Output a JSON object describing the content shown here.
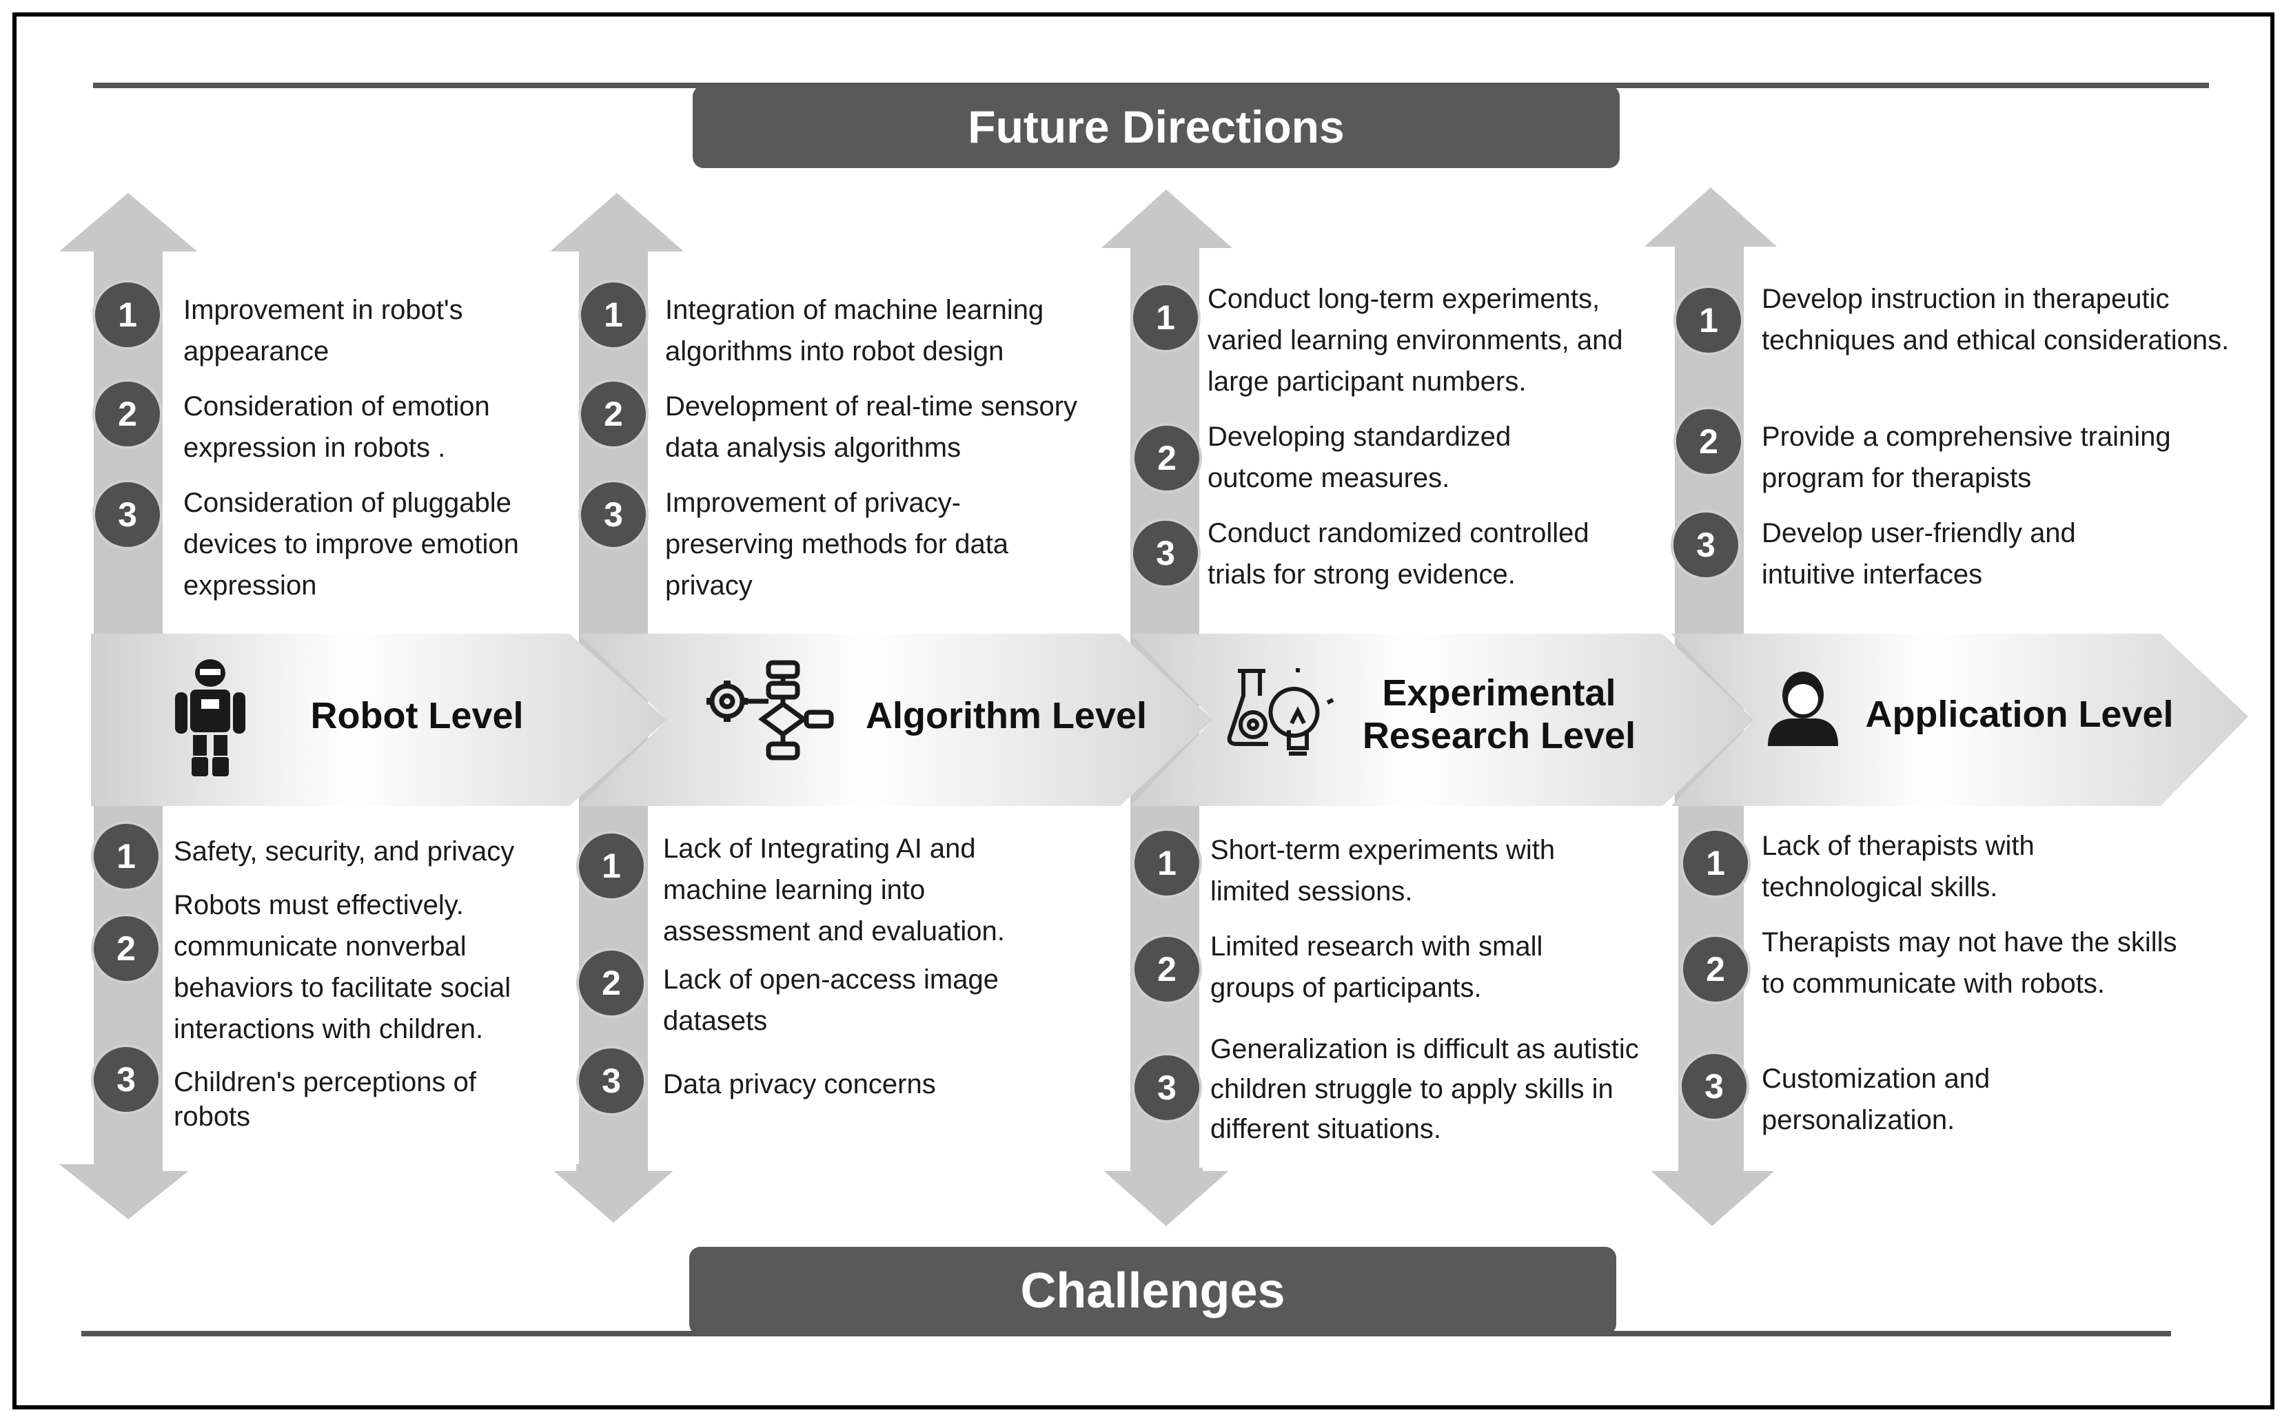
{
  "header": {
    "title": "Future Directions"
  },
  "footer": {
    "title": "Challenges"
  },
  "colors": {
    "banner": "#595959",
    "arrow": "#c8c8c8",
    "badge": "#505050",
    "chevron_light": "#ffffff",
    "chevron_mid": "#cfcfcf"
  },
  "levels": [
    {
      "name": "Robot Level",
      "icon": "robot-icon",
      "future": [
        {
          "n": "1",
          "text": "Improvement in robot's appearance"
        },
        {
          "n": "2",
          "text": "Consideration of emotion expression in robots ."
        },
        {
          "n": "3",
          "text": "Consideration of pluggable devices to improve emotion expression"
        }
      ],
      "challenges": [
        {
          "n": "1",
          "text": "Safety, security, and privacy"
        },
        {
          "n": "2",
          "text": "Robots must effectively. communicate nonverbal behaviors to facilitate social interactions with children."
        },
        {
          "n": "3",
          "text": "Children's perceptions of robots"
        }
      ]
    },
    {
      "name": "Algorithm Level",
      "icon": "flowchart-gear-icon",
      "future": [
        {
          "n": "1",
          "text": "Integration of machine learning algorithms into robot design"
        },
        {
          "n": "2",
          "text": "Development of real-time sensory data analysis algorithms"
        },
        {
          "n": "3",
          "text": "Improvement of privacy-preserving methods for data privacy"
        }
      ],
      "challenges": [
        {
          "n": "1",
          "text": "Lack of Integrating AI and machine learning into assessment and evaluation."
        },
        {
          "n": "2",
          "text": "Lack of open-access image datasets"
        },
        {
          "n": "3",
          "text": "Data privacy concerns"
        }
      ]
    },
    {
      "name": "Experimental Research Level",
      "name_line1": "Experimental",
      "name_line2": "Research Level",
      "icon": "lab-flask-bulb-icon",
      "future": [
        {
          "n": "1",
          "text": "Conduct long-term experiments, varied learning environments, and large participant numbers."
        },
        {
          "n": "2",
          "text": "Developing standardized outcome measures."
        },
        {
          "n": "3",
          "text": "Conduct randomized controlled trials for strong evidence."
        }
      ],
      "challenges": [
        {
          "n": "1",
          "text": "Short-term experiments with limited sessions."
        },
        {
          "n": "2",
          "text": "Limited research with small groups of participants."
        },
        {
          "n": "3",
          "text": "Generalization is difficult as autistic children struggle to apply skills in different situations."
        }
      ]
    },
    {
      "name": "Application Level",
      "icon": "person-icon",
      "future": [
        {
          "n": "1",
          "text": "Develop instruction in therapeutic techniques and ethical considerations."
        },
        {
          "n": "2",
          "text": "Provide a comprehensive training program for therapists"
        },
        {
          "n": "3",
          "text": "Develop user-friendly and intuitive interfaces"
        }
      ],
      "challenges": [
        {
          "n": "1",
          "text": "Lack of therapists with technological skills."
        },
        {
          "n": "2",
          "text": "Therapists may not have the skills to communicate with robots."
        },
        {
          "n": "3",
          "text": "Customization and personalization."
        }
      ]
    }
  ]
}
